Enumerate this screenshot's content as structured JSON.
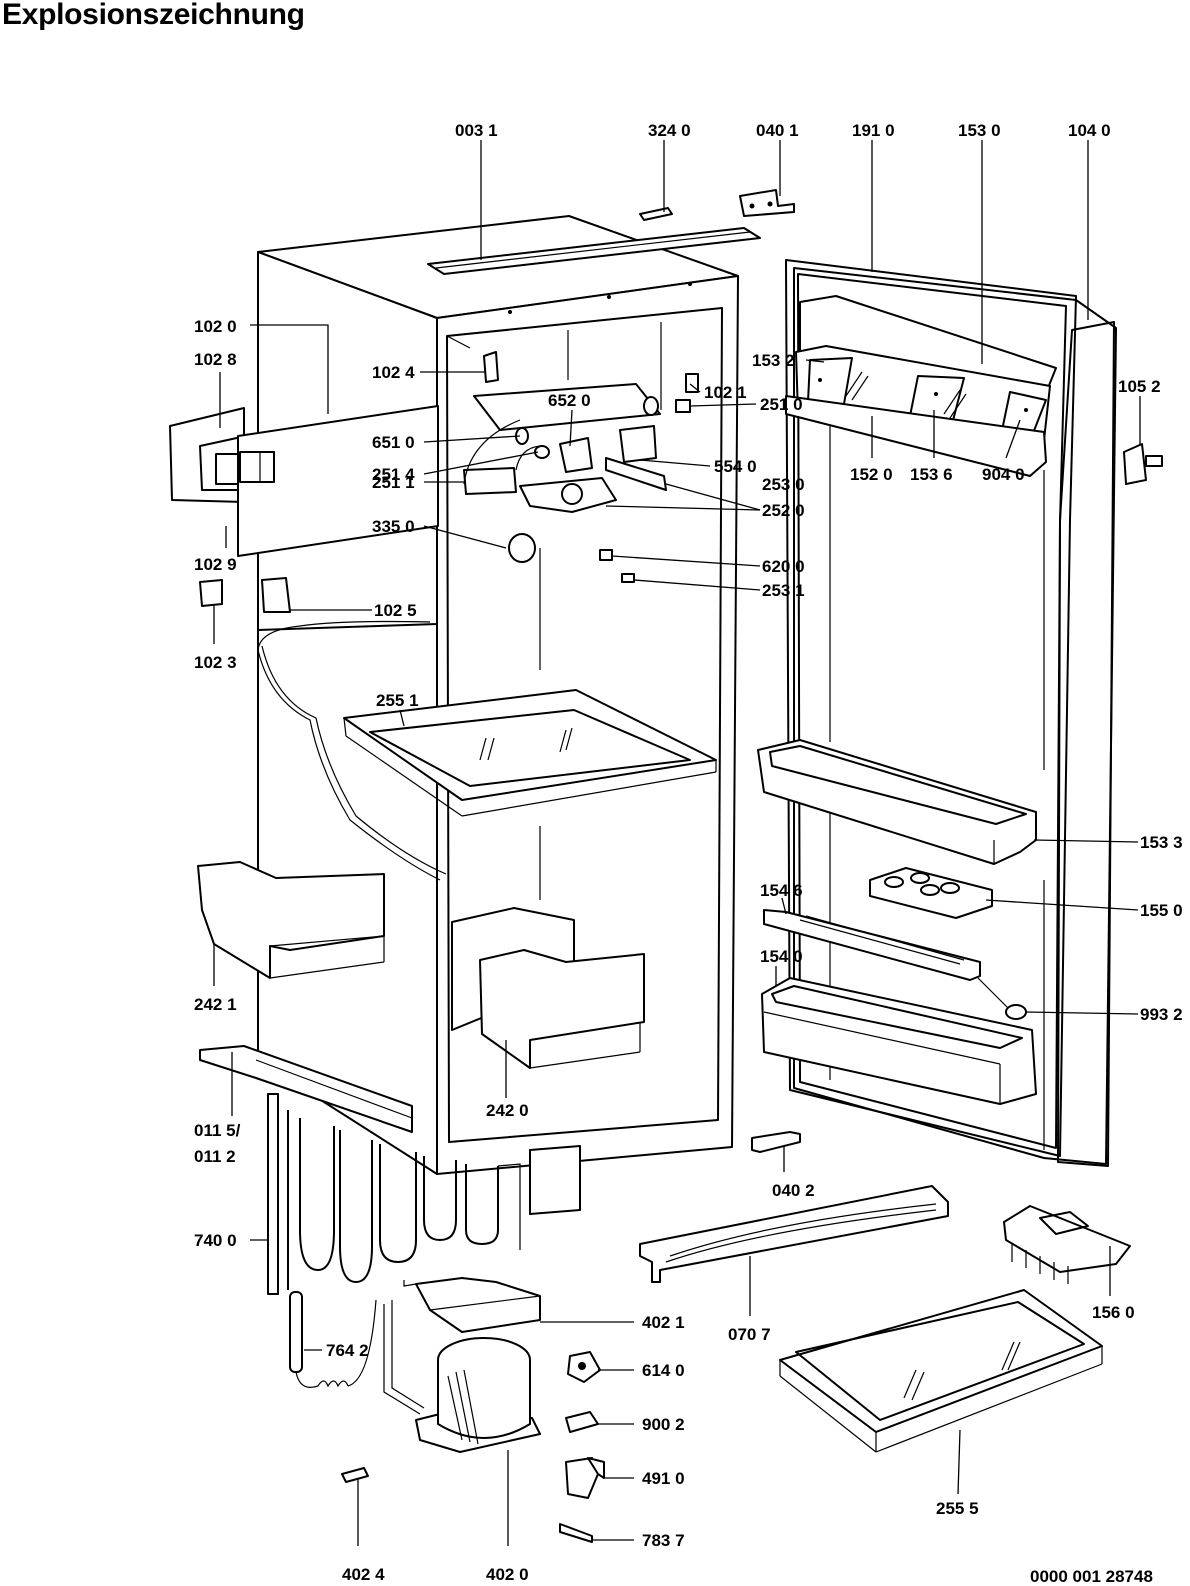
{
  "title": "Explosionszeichnung",
  "drawing_number": "0000 001 28748",
  "callouts": [
    {
      "id": "0031",
      "text": "003 1"
    },
    {
      "id": "3240",
      "text": "324 0"
    },
    {
      "id": "0401",
      "text": "040 1"
    },
    {
      "id": "1910",
      "text": "191 0"
    },
    {
      "id": "1530",
      "text": "153 0"
    },
    {
      "id": "1040",
      "text": "104 0"
    },
    {
      "id": "1020",
      "text": "102 0"
    },
    {
      "id": "1028",
      "text": "102 8"
    },
    {
      "id": "1024",
      "text": "102 4"
    },
    {
      "id": "1021",
      "text": "102 1"
    },
    {
      "id": "1532",
      "text": "153 2"
    },
    {
      "id": "1052",
      "text": "105 2"
    },
    {
      "id": "6520",
      "text": "652 0"
    },
    {
      "id": "6510",
      "text": "651 0"
    },
    {
      "id": "2510",
      "text": "251 0"
    },
    {
      "id": "2514",
      "text": "251 4"
    },
    {
      "id": "5540",
      "text": "554 0"
    },
    {
      "id": "1520",
      "text": "152 0"
    },
    {
      "id": "1536",
      "text": "153 6"
    },
    {
      "id": "9040",
      "text": "904 0"
    },
    {
      "id": "2511",
      "text": "251 1"
    },
    {
      "id": "2530",
      "text": "253 0"
    },
    {
      "id": "2520",
      "text": "252 0"
    },
    {
      "id": "3350",
      "text": "335 0"
    },
    {
      "id": "6200",
      "text": "620 0"
    },
    {
      "id": "1029",
      "text": "102 9"
    },
    {
      "id": "2531",
      "text": "253 1"
    },
    {
      "id": "1025",
      "text": "102 5"
    },
    {
      "id": "1023",
      "text": "102 3"
    },
    {
      "id": "2551",
      "text": "255 1"
    },
    {
      "id": "1533",
      "text": "153 3"
    },
    {
      "id": "1546",
      "text": "154 6"
    },
    {
      "id": "1550",
      "text": "155 0"
    },
    {
      "id": "1540",
      "text": "154 0"
    },
    {
      "id": "2421",
      "text": "242 1"
    },
    {
      "id": "9932",
      "text": "993 2"
    },
    {
      "id": "2420",
      "text": "242 0"
    },
    {
      "id": "0115",
      "text": "011 5/"
    },
    {
      "id": "0112",
      "text": "011 2"
    },
    {
      "id": "0402",
      "text": "040 2"
    },
    {
      "id": "7400",
      "text": "740 0"
    },
    {
      "id": "1560",
      "text": "156 0"
    },
    {
      "id": "4021",
      "text": "402 1"
    },
    {
      "id": "0707",
      "text": "070 7"
    },
    {
      "id": "7642",
      "text": "764 2"
    },
    {
      "id": "6140",
      "text": "614 0"
    },
    {
      "id": "9002",
      "text": "900 2"
    },
    {
      "id": "4910",
      "text": "491 0"
    },
    {
      "id": "2555",
      "text": "255 5"
    },
    {
      "id": "7837",
      "text": "783 7"
    },
    {
      "id": "4024",
      "text": "402 4"
    },
    {
      "id": "4020",
      "text": "402 0"
    }
  ]
}
